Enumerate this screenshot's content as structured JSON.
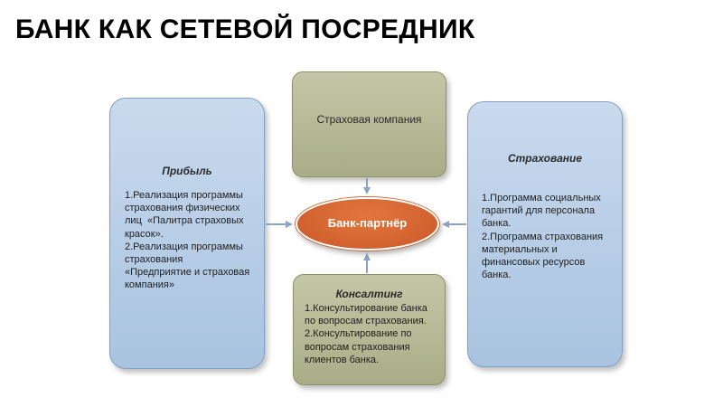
{
  "title": "БАНК КАК СЕТЕВОЙ ПОСРЕДНИК",
  "colors": {
    "blue_box": "#a9c3e0",
    "blue_box_light": "#c9daee",
    "olive_box": "#a9ad86",
    "olive_box_light": "#c4c7a7",
    "center_orange": "#e3763d",
    "center_orange_dark": "#c9592a",
    "arrow": "#8aa3c2"
  },
  "center": {
    "label": "Банк-партнёр"
  },
  "top_box": {
    "label": "Страховая компания"
  },
  "left_box": {
    "heading": "Прибыль",
    "lines": [
      "1.Реализация программы",
      "страхования физических",
      "лиц  «Палитра страховых",
      "красок».",
      "2.Реализация программы",
      "страхования",
      "«Предприятие и страховая",
      "компания»"
    ]
  },
  "right_box": {
    "heading": "Страхование",
    "lines": [
      "1.Программа социальных",
      "гарантий для персонала",
      "банка.",
      "2.Программа страхования",
      "материальных и",
      "финансовых ресурсов",
      "банка."
    ]
  },
  "bottom_box": {
    "heading": "Консалтинг",
    "lines": [
      "1.Консультирование банка",
      "по вопросам страхования.",
      "2.Консультирование по",
      "вопросам страхования",
      "клиентов банка."
    ]
  }
}
